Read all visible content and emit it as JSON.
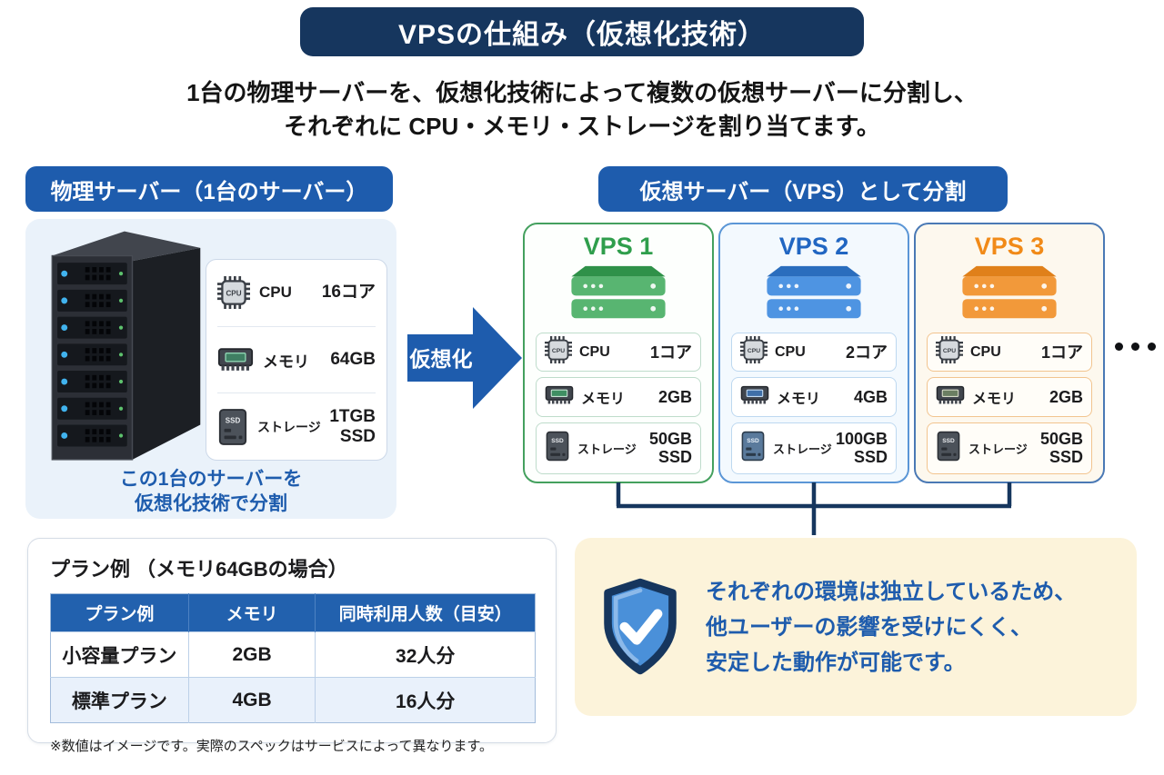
{
  "title": "VPSの仕組み（仮想化技術）",
  "subtitle": {
    "line1": "1台の物理サーバーを、仮想化技術によって複数の仮想サーバーに分割し、",
    "line2": "それぞれに CPU・メモリ・ストレージを割り当てます。"
  },
  "physical": {
    "header": "物理サーバー（1台のサーバー）",
    "specs": [
      {
        "icon": "cpu-chip",
        "label": "CPU",
        "value": "16コア"
      },
      {
        "icon": "memory-chip",
        "label": "メモリ",
        "value": "64GB"
      },
      {
        "icon": "ssd-drive",
        "label": "ストレージ",
        "value": "1TGB",
        "value2": "SSD"
      }
    ],
    "caption_line1": "この1台のサーバーを",
    "caption_line2": "仮想化技術で分割"
  },
  "arrow_label": "仮想化",
  "virtual": {
    "header": "仮想サーバー（VPS）として分割",
    "cards": [
      {
        "name": "VPS 1",
        "accent": "#2f9e4c",
        "specs": [
          {
            "icon": "cpu-chip",
            "label": "CPU",
            "value": "1コア"
          },
          {
            "icon": "memory-chip",
            "label": "メモリ",
            "value": "2GB"
          },
          {
            "icon": "ssd-drive",
            "label": "ストレージ",
            "value": "50GB",
            "value2": "SSD"
          }
        ]
      },
      {
        "name": "VPS 2",
        "accent": "#2166c2",
        "specs": [
          {
            "icon": "cpu-chip",
            "label": "CPU",
            "value": "2コア"
          },
          {
            "icon": "memory-chip",
            "label": "メモリ",
            "value": "4GB"
          },
          {
            "icon": "ssd-drive",
            "label": "ストレージ",
            "value": "100GB",
            "value2": "SSD"
          }
        ]
      },
      {
        "name": "VPS 3",
        "accent": "#f18a18",
        "specs": [
          {
            "icon": "cpu-chip",
            "label": "CPU",
            "value": "1コア"
          },
          {
            "icon": "memory-chip",
            "label": "メモリ",
            "value": "2GB"
          },
          {
            "icon": "ssd-drive",
            "label": "ストレージ",
            "value": "50GB",
            "value2": "SSD"
          }
        ]
      }
    ]
  },
  "plan": {
    "title": "プラン例 （メモリ64GBの場合）",
    "headers": [
      "プラン例",
      "メモリ",
      "同時利用人数（目安）"
    ],
    "rows": [
      [
        "小容量プラン",
        "2GB",
        "32人分"
      ],
      [
        "標準プラン",
        "4GB",
        "16人分"
      ]
    ],
    "footnote": "※数値はイメージです。実際のスペックはサービスによって異なります。"
  },
  "note": {
    "lines": [
      "それぞれの環境は独立しているため、",
      "他ユーザーの影響を受けにくく、",
      "安定した動作が可能です。"
    ]
  },
  "colors": {
    "navy": "#16365e",
    "badge_blue": "#1e5cad",
    "vps1_green": "#2f9e4c",
    "vps2_blue": "#2166c2",
    "vps3_orange": "#f18a18",
    "panel_blue_bg": "#eaf2fa",
    "note_yellow_bg": "#fcf3da",
    "table_header_blue": "#2261ae"
  }
}
